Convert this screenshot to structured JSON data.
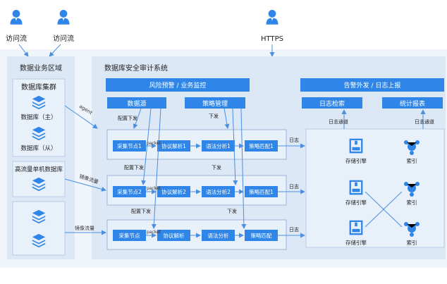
{
  "users": {
    "left1": "访问流",
    "left2": "访问流",
    "right": "HTTPS"
  },
  "business_area": {
    "title": "数据业务区域",
    "db_cluster": {
      "title": "数据库集群",
      "primary": "数据库（主）",
      "replica": "数据库（从）"
    },
    "high_traffic_db": "高流量单机数据库"
  },
  "audit_system": {
    "title": "数据库安全审计系统",
    "risk_bar": "风险预警 / 业务监控",
    "alert_bar": "告警外发 / 日志上报",
    "data_source": "数据源",
    "policy_mgmt": "策略管理",
    "log_search": "日志检索",
    "stats_report": "统计报表",
    "config_dispatch": "配置下发",
    "dispatch": "下发",
    "log_channel": "日志通道",
    "log": "日志",
    "packet": "packet",
    "pipelines": [
      {
        "collector": "采集节点1",
        "protocol": "协议解析1",
        "syntax": "语法分析1",
        "policy": "策略匹配1"
      },
      {
        "collector": "采集节点2",
        "protocol": "协议解析2",
        "syntax": "语法分析2",
        "policy": "策略匹配1"
      },
      {
        "collector": "采集节点",
        "protocol": "协议解析",
        "syntax": "语法分析",
        "policy": "策略匹配"
      }
    ],
    "storage_engine": "存储引擎",
    "index": "索引"
  },
  "edge_labels": {
    "agent": "agent",
    "mirror1": "镜像流量",
    "mirror2": "镜像流量"
  },
  "colors": {
    "blue": "#2f86e8",
    "panel": "#e4eef9",
    "line": "#4a8fe0"
  }
}
